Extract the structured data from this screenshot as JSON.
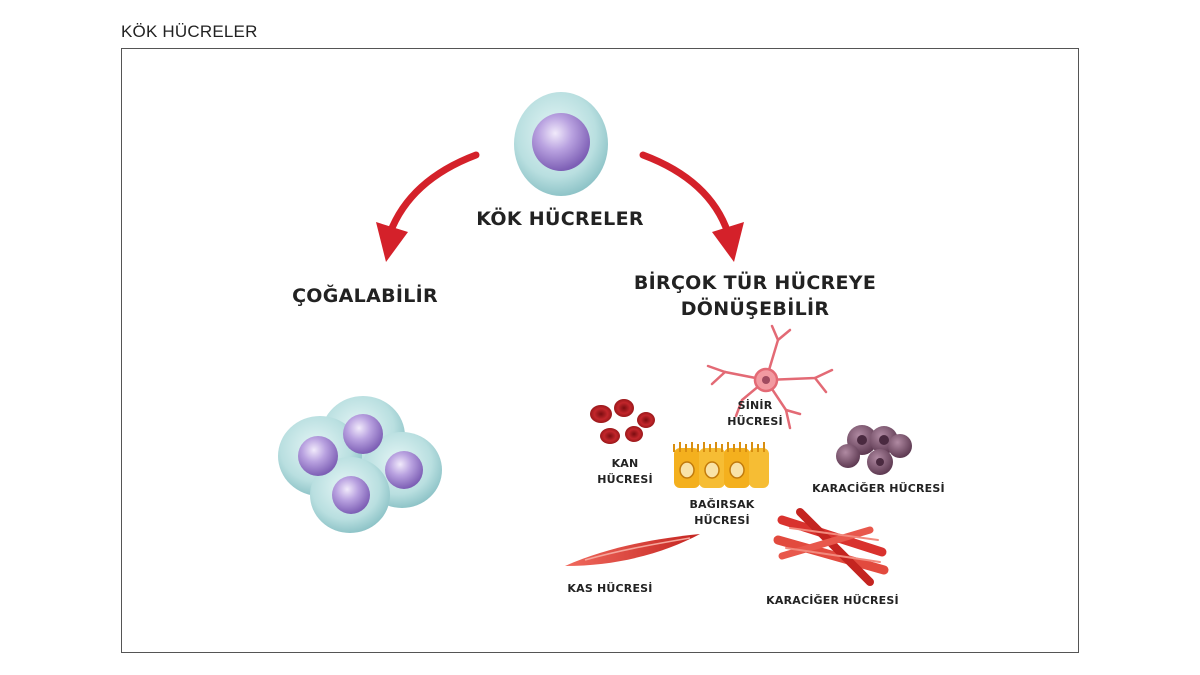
{
  "figure": {
    "caption": "KÖK HÜCRELER",
    "center_title": "KÖK HÜCRELER",
    "left_branch": "ÇOĞALABİLİR",
    "right_branch_line1": "BİRÇOK TÜR HÜCREYE",
    "right_branch_line2": "DÖNÜŞEBİLİR"
  },
  "cell_types": {
    "nerve": [
      "SİNİR",
      "HÜCRESİ"
    ],
    "blood": [
      "KAN",
      "HÜCRESİ"
    ],
    "intestine": [
      "BAĞIRSAK",
      "HÜCRESİ"
    ],
    "liver": "KARACİĞER HÜCRESİ",
    "muscle": "KAS HÜCRESİ",
    "liver_bottom": "KARACİĞER HÜCRESİ"
  },
  "colors": {
    "arrow": "#d4212a",
    "cytoplasm": "#bfe3e3",
    "nucleus": "#a58bd2",
    "blood": "#b71c1c",
    "nerve": "#e36a75",
    "intestine": "#f4b01e",
    "liver": "#7a4d68",
    "muscle": "#d9322e"
  },
  "icons": [
    "stem-cell-icon",
    "curved-arrow-icon",
    "nerve-cell-icon",
    "blood-cell-icon",
    "intestine-cell-icon",
    "liver-cell-icon",
    "muscle-cell-icon"
  ]
}
